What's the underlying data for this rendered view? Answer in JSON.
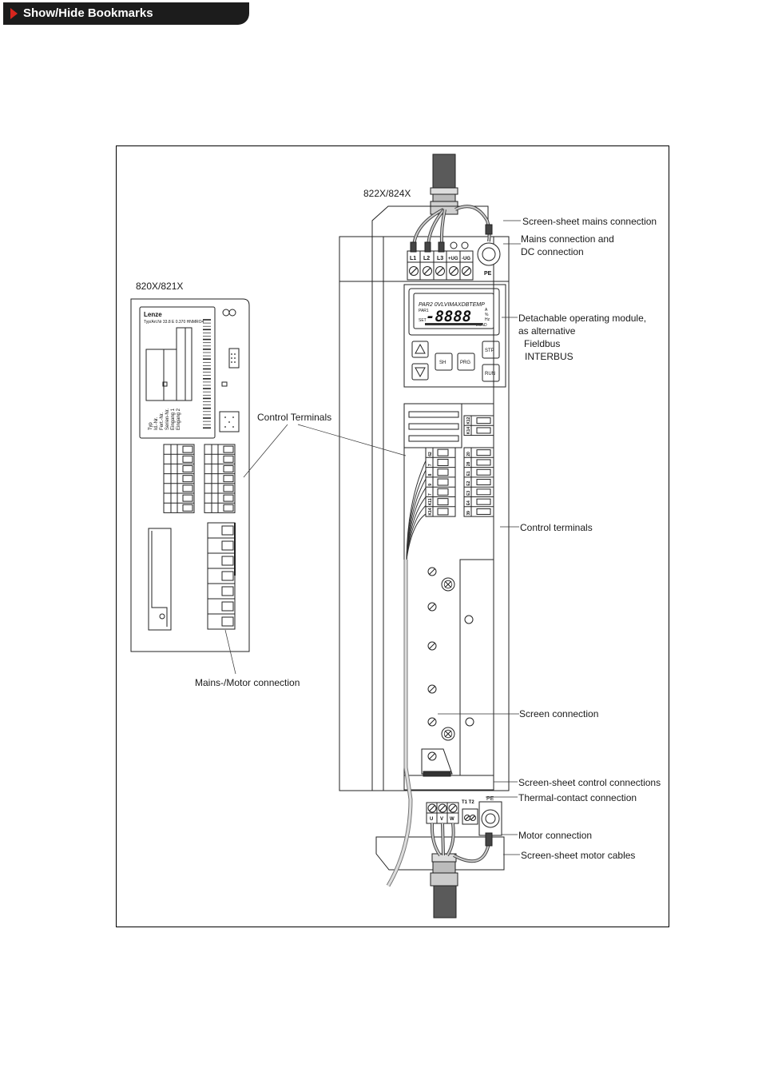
{
  "toolbar": {
    "bookmarks_label": "Show/Hide Bookmarks",
    "accent_color": "#d7261e"
  },
  "diagram": {
    "left_model": "820X/821X",
    "right_model": "822X/824X",
    "brand": "Lenze",
    "nameplate_fine_print": "Typ/Art.Nr 33.8 E 0.370 HNMRO4",
    "nameplate_rows": [
      "Typ",
      "Id.-Nr.",
      "Fert.-Nr.",
      "Serien-Nr.",
      "Eingang 1",
      "Eingang 2"
    ],
    "mains_terminals": [
      "L1",
      "L2",
      "L3",
      "+UG",
      "-UG"
    ],
    "pe_label": "PE",
    "display_top": "PAR2 0VLVIMAXDBTEMP",
    "display_par": "PAR1",
    "display_set": "SET",
    "display_digits": "-8888",
    "display_units": [
      "A",
      "%",
      "Hz"
    ],
    "display_load": "LOAD",
    "buttons": {
      "sh": "SH",
      "prg": "PRG",
      "stp": "STP",
      "run": "RUN"
    },
    "left_terminals": [
      "62",
      "7",
      "8",
      "9",
      "7",
      "K11",
      "K14"
    ],
    "right_terminals": [
      "K12",
      "K14",
      "20",
      "28",
      "E1",
      "E2",
      "E3",
      "E4",
      "39"
    ],
    "thermal_terminals": "T1 T2",
    "motor_terminals": [
      "U",
      "V",
      "W"
    ],
    "labels": {
      "screen_sheet_mains": "Screen-sheet mains connection",
      "mains_dc_line1": "Mains connection and",
      "mains_dc_line2": "DC connection",
      "operating_module_line1": "Detachable operating module,",
      "operating_module_line2": "as alternative",
      "operating_module_line3": "Fieldbus",
      "operating_module_line4": "INTERBUS",
      "control_terminals_left": "Control Terminals",
      "control_terminals_right": "Control terminals",
      "mains_motor": "Mains-/Motor connection",
      "screen_connection": "Screen connection",
      "screen_sheet_control": "Screen-sheet control connections",
      "thermal_contact": "Thermal-contact connection",
      "motor_connection": "Motor connection",
      "screen_sheet_motor": "Screen-sheet motor cables"
    }
  }
}
